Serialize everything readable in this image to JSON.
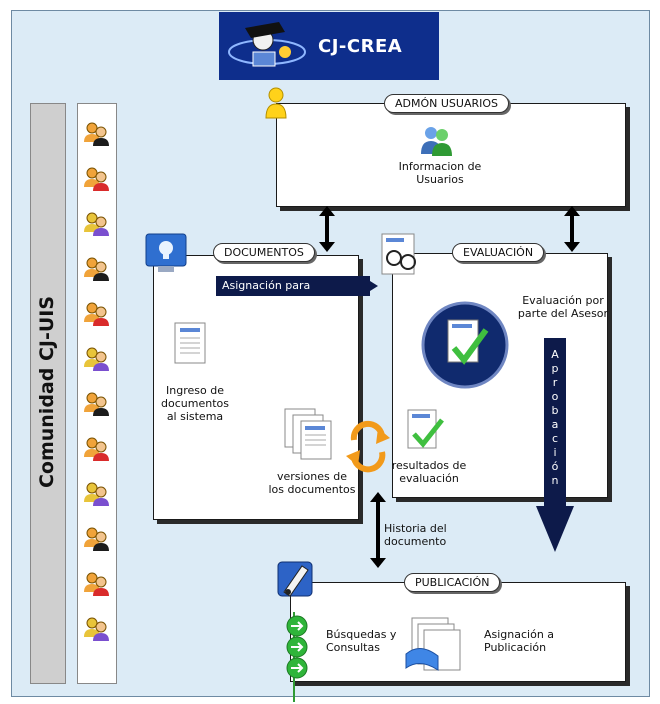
{
  "logo": {
    "text": "CJ-CREA"
  },
  "community": {
    "label": "Comunidad CJ-UIS"
  },
  "boxes": {
    "admin": {
      "title": "ADMÓN USUARIOS",
      "content": [
        "Informacion de",
        "Usuarios"
      ]
    },
    "documentos": {
      "title": "DOCUMENTOS",
      "ingreso": [
        "Ingreso de",
        "documentos",
        "al sistema"
      ],
      "versiones": [
        "versiones de",
        "los documentos"
      ]
    },
    "evaluacion": {
      "title": "EVALUACIÓN",
      "asesor": [
        "Evaluación por",
        "parte del Asesor"
      ],
      "resultados": [
        "resultados de",
        "evaluación"
      ]
    },
    "publicacion": {
      "title": "PUBLICACIÓN",
      "busquedas": [
        "Búsquedas y",
        "Consultas"
      ],
      "asignacion": [
        "Asignación a",
        "Publicación"
      ]
    }
  },
  "arrows": {
    "asignacion_evaluacion": "Asignación para evaluación",
    "aprobacion": [
      "A",
      "p",
      "r",
      "o",
      "b",
      "a",
      "c",
      "i",
      "ó",
      "n"
    ],
    "historia": [
      "Historia del",
      "documento"
    ]
  },
  "people_count": 12,
  "colors": {
    "frame_bg": "#dcebf6",
    "dark_navy": "#0d1a4a",
    "logo_blue": "#0e2e8c",
    "green_icon": "#2f9a34"
  }
}
